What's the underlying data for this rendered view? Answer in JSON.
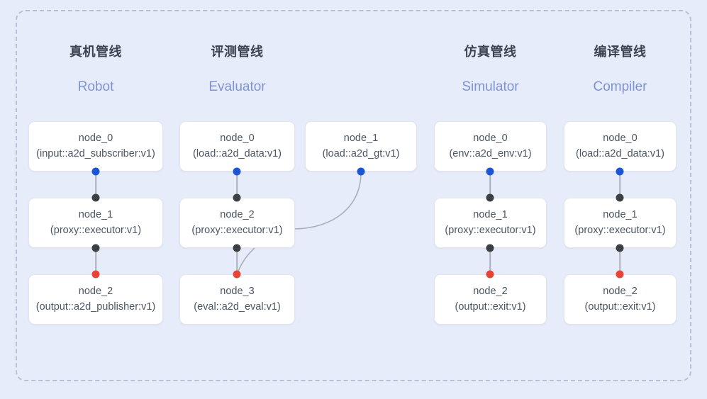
{
  "diagram": {
    "title_cn_group": "",
    "background_color": "#e7ecfb",
    "frame_border_color": "#b7c0d4",
    "accent_blue": "#1a56d6",
    "accent_red": "#ea4335",
    "accent_dark": "#3c4043",
    "header_en_color": "#7f93d4",
    "header_cn_color": "#3c4250"
  },
  "columns": [
    {
      "title_cn": "真机管线",
      "title_en": "Robot",
      "nodes": [
        {
          "id": "node_0",
          "type": "(input::a2d_subscriber:v1)"
        },
        {
          "id": "node_1",
          "type": "(proxy::executor:v1)"
        },
        {
          "id": "node_2",
          "type": "(output::a2d_publisher:v1)"
        }
      ]
    },
    {
      "title_cn": "评测管线",
      "title_en": "Evaluator",
      "nodes": [
        {
          "id": "node_0",
          "type": "(load::a2d_data:v1)"
        },
        {
          "id": "node_1",
          "type": "(load::a2d_gt:v1)"
        },
        {
          "id": "node_2",
          "type": "(proxy::executor:v1)"
        },
        {
          "id": "node_3",
          "type": "(eval::a2d_eval:v1)"
        }
      ]
    },
    {
      "title_cn": "仿真管线",
      "title_en": "Simulator",
      "nodes": [
        {
          "id": "node_0",
          "type": "(env::a2d_env:v1)"
        },
        {
          "id": "node_1",
          "type": "(proxy::executor:v1)"
        },
        {
          "id": "node_2",
          "type": "(output::exit:v1)"
        }
      ]
    },
    {
      "title_cn": "编译管线",
      "title_en": "Compiler",
      "nodes": [
        {
          "id": "node_0",
          "type": "(load::a2d_data:v1)"
        },
        {
          "id": "node_1",
          "type": "(proxy::executor:v1)"
        },
        {
          "id": "node_2",
          "type": "(output::exit:v1)"
        }
      ]
    }
  ]
}
